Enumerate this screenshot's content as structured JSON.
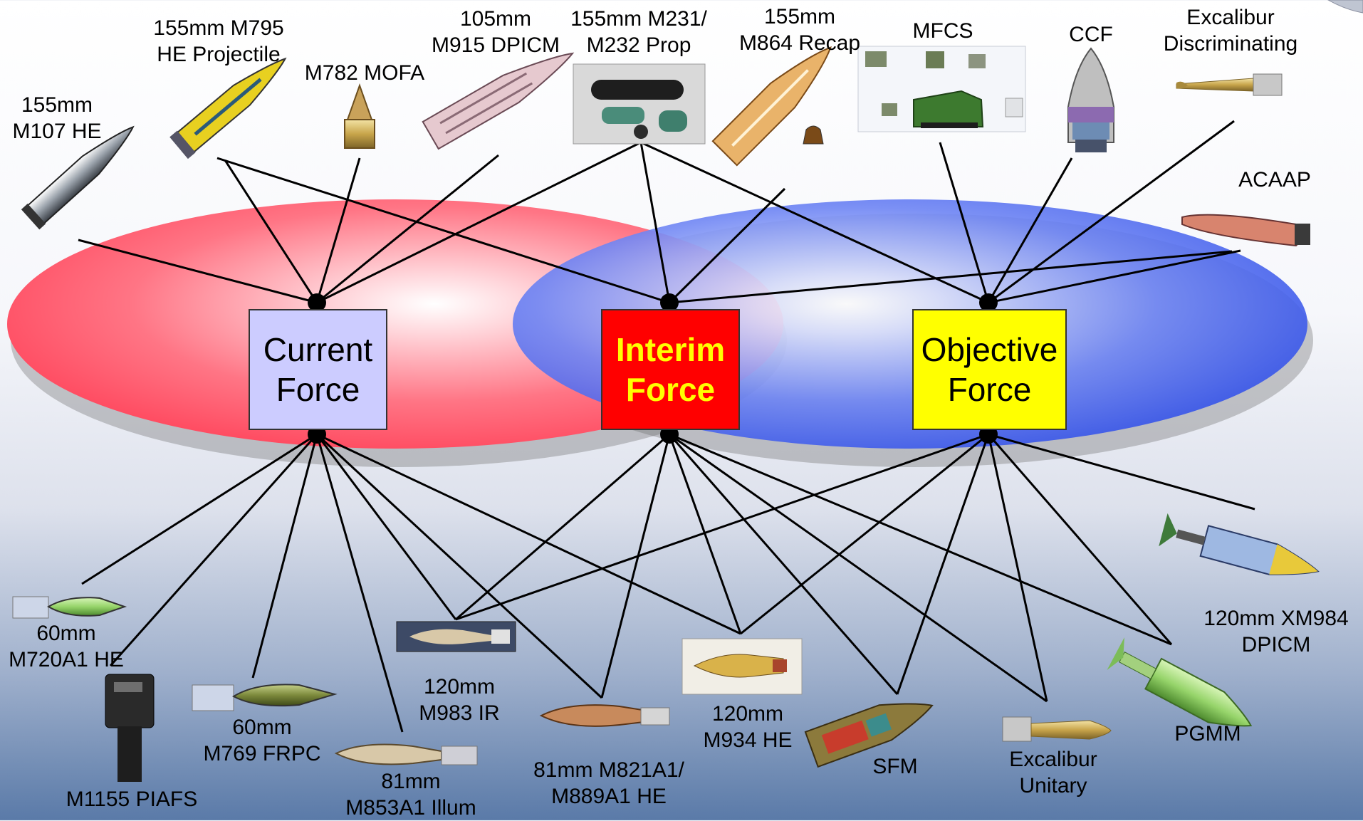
{
  "colors": {
    "current_ellipse": "#ff5a6e",
    "objective_ellipse": "#3d5cf0",
    "interim_box": "#ff0000",
    "interim_text": "#ffff00",
    "current_box": "#ccccff",
    "objective_box": "#ffff00"
  },
  "forces": {
    "current": {
      "line1": "Current",
      "line2": "Force"
    },
    "interim": {
      "line1": "Interim",
      "line2": "Force"
    },
    "objective": {
      "line1": "Objective",
      "line2": "Force"
    }
  },
  "items": {
    "m107": {
      "line1": "155mm",
      "line2": "M107 HE"
    },
    "m795": {
      "line1": "155mm M795",
      "line2": "HE Projectile"
    },
    "m782": {
      "line1": "M782 MOFA"
    },
    "m915": {
      "line1": "105mm",
      "line2": "M915 DPICM"
    },
    "m231": {
      "line1": "155mm M231/",
      "line2": "M232 Prop"
    },
    "m864": {
      "line1": "155mm",
      "line2": "M864 Recap"
    },
    "mfcs": {
      "line1": "MFCS"
    },
    "ccf": {
      "line1": "CCF"
    },
    "excal_disc": {
      "line1": "Excalibur",
      "line2": "Discriminating"
    },
    "acaap": {
      "line1": "ACAAP"
    },
    "xm984": {
      "line1": "120mm XM984",
      "line2": "DPICM"
    },
    "pgmm": {
      "line1": "PGMM"
    },
    "excal_unit": {
      "line1": "Excalibur",
      "line2": "Unitary"
    },
    "sfm": {
      "line1": "SFM"
    },
    "m934": {
      "line1": "120mm",
      "line2": "M934 HE"
    },
    "m821": {
      "line1": "81mm M821A1/",
      "line2": "M889A1 HE"
    },
    "m853": {
      "line1": "81mm",
      "line2": "M853A1 Illum"
    },
    "m983": {
      "line1": "120mm",
      "line2": "M983 IR"
    },
    "m769": {
      "line1": "60mm",
      "line2": "M769 FRPC"
    },
    "m1155": {
      "line1": "M1155 PIAFS"
    },
    "m720": {
      "line1": "60mm",
      "line2": "M720A1 HE"
    }
  }
}
